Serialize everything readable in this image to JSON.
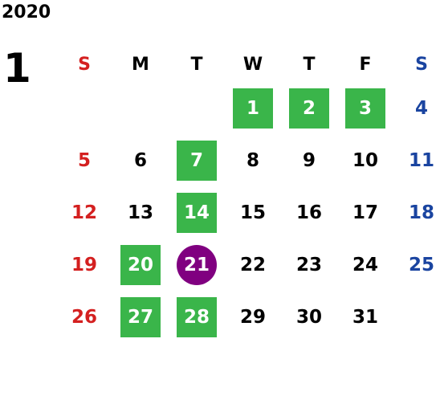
{
  "year": "2020",
  "month": "1",
  "weekdays": [
    "S",
    "M",
    "T",
    "W",
    "T",
    "F",
    "S"
  ],
  "days": [
    {
      "n": "1",
      "col": 4,
      "row": 1,
      "hl": true
    },
    {
      "n": "2",
      "col": 5,
      "row": 1,
      "hl": true
    },
    {
      "n": "3",
      "col": 6,
      "row": 1,
      "hl": true
    },
    {
      "n": "4",
      "col": 7,
      "row": 1
    },
    {
      "n": "5",
      "col": 1,
      "row": 2
    },
    {
      "n": "6",
      "col": 2,
      "row": 2
    },
    {
      "n": "7",
      "col": 3,
      "row": 2,
      "hl": true
    },
    {
      "n": "8",
      "col": 4,
      "row": 2
    },
    {
      "n": "9",
      "col": 5,
      "row": 2
    },
    {
      "n": "10",
      "col": 6,
      "row": 2
    },
    {
      "n": "11",
      "col": 7,
      "row": 2
    },
    {
      "n": "12",
      "col": 1,
      "row": 3
    },
    {
      "n": "13",
      "col": 2,
      "row": 3
    },
    {
      "n": "14",
      "col": 3,
      "row": 3,
      "hl": true
    },
    {
      "n": "15",
      "col": 4,
      "row": 3
    },
    {
      "n": "16",
      "col": 5,
      "row": 3
    },
    {
      "n": "17",
      "col": 6,
      "row": 3
    },
    {
      "n": "18",
      "col": 7,
      "row": 3
    },
    {
      "n": "19",
      "col": 1,
      "row": 4
    },
    {
      "n": "20",
      "col": 2,
      "row": 4,
      "hl": true
    },
    {
      "n": "21",
      "col": 3,
      "row": 4,
      "today": true
    },
    {
      "n": "22",
      "col": 4,
      "row": 4
    },
    {
      "n": "23",
      "col": 5,
      "row": 4
    },
    {
      "n": "24",
      "col": 6,
      "row": 4
    },
    {
      "n": "25",
      "col": 7,
      "row": 4
    },
    {
      "n": "26",
      "col": 1,
      "row": 5
    },
    {
      "n": "27",
      "col": 2,
      "row": 5,
      "hl": true
    },
    {
      "n": "28",
      "col": 3,
      "row": 5,
      "hl": true
    },
    {
      "n": "29",
      "col": 4,
      "row": 5
    },
    {
      "n": "30",
      "col": 5,
      "row": 5
    },
    {
      "n": "31",
      "col": 6,
      "row": 5
    }
  ],
  "colors": {
    "highlight": "#3ab54a",
    "today": "#800080",
    "sunday": "#d42020",
    "saturday": "#1a44a0"
  }
}
